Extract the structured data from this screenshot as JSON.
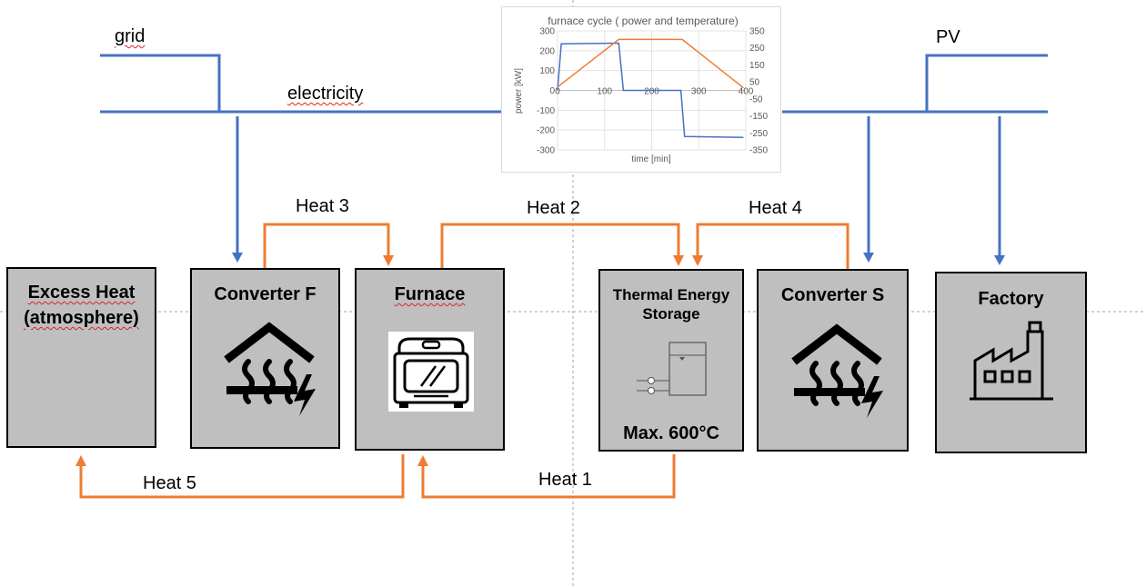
{
  "labels": {
    "grid": "grid",
    "electricity": "electricity",
    "pv": "PV",
    "heat1": "Heat 1",
    "heat2": "Heat 2",
    "heat3": "Heat 3",
    "heat4": "Heat 4",
    "heat5": "Heat 5"
  },
  "boxes": {
    "excess_heat": {
      "line1": "Excess Heat",
      "line2": "(atmosphere)"
    },
    "converter_f": {
      "title": "Converter F"
    },
    "furnace": {
      "title": "Furnace"
    },
    "tes": {
      "line1": "Thermal Energy",
      "line2": "Storage",
      "max": "Max. 600°C"
    },
    "converter_s": {
      "title": "Converter S"
    },
    "factory": {
      "title": "Factory"
    }
  },
  "colors": {
    "electricity": "#4472c4",
    "heat": "#ed7d31",
    "box_fill": "#bfbfbf"
  },
  "icons": {
    "converter_f": "heat-pump-icon",
    "furnace": "oven-icon",
    "tes": "storage-tank-icon",
    "converter_s": "heat-pump-icon",
    "factory": "factory-icon"
  },
  "chart_data": {
    "type": "line",
    "title": "furnace cycle ( power and temperature)",
    "xlabel": "time  [min]",
    "ylabel": "power [kW]",
    "xlim": [
      0,
      400
    ],
    "ylim": [
      -300,
      300
    ],
    "y2lim": [
      -350,
      350
    ],
    "x_ticks": [
      0,
      100,
      200,
      300,
      400
    ],
    "y_ticks": [
      -300,
      -200,
      -100,
      0,
      100,
      200,
      300
    ],
    "y2_ticks": [
      -350,
      -250,
      -150,
      -50,
      50,
      150,
      250,
      350
    ],
    "grid": true,
    "series": [
      {
        "name": "",
        "axis": "left",
        "color": "#4472c4",
        "x": [
          0,
          8,
          130,
          140,
          262,
          270,
          395
        ],
        "y": [
          0,
          235,
          238,
          0,
          0,
          -232,
          -237
        ]
      },
      {
        "name": "",
        "axis": "right",
        "color": "#ed7d31",
        "x": [
          0,
          130,
          265,
          395
        ],
        "y": [
          20,
          300,
          300,
          15
        ]
      }
    ]
  }
}
